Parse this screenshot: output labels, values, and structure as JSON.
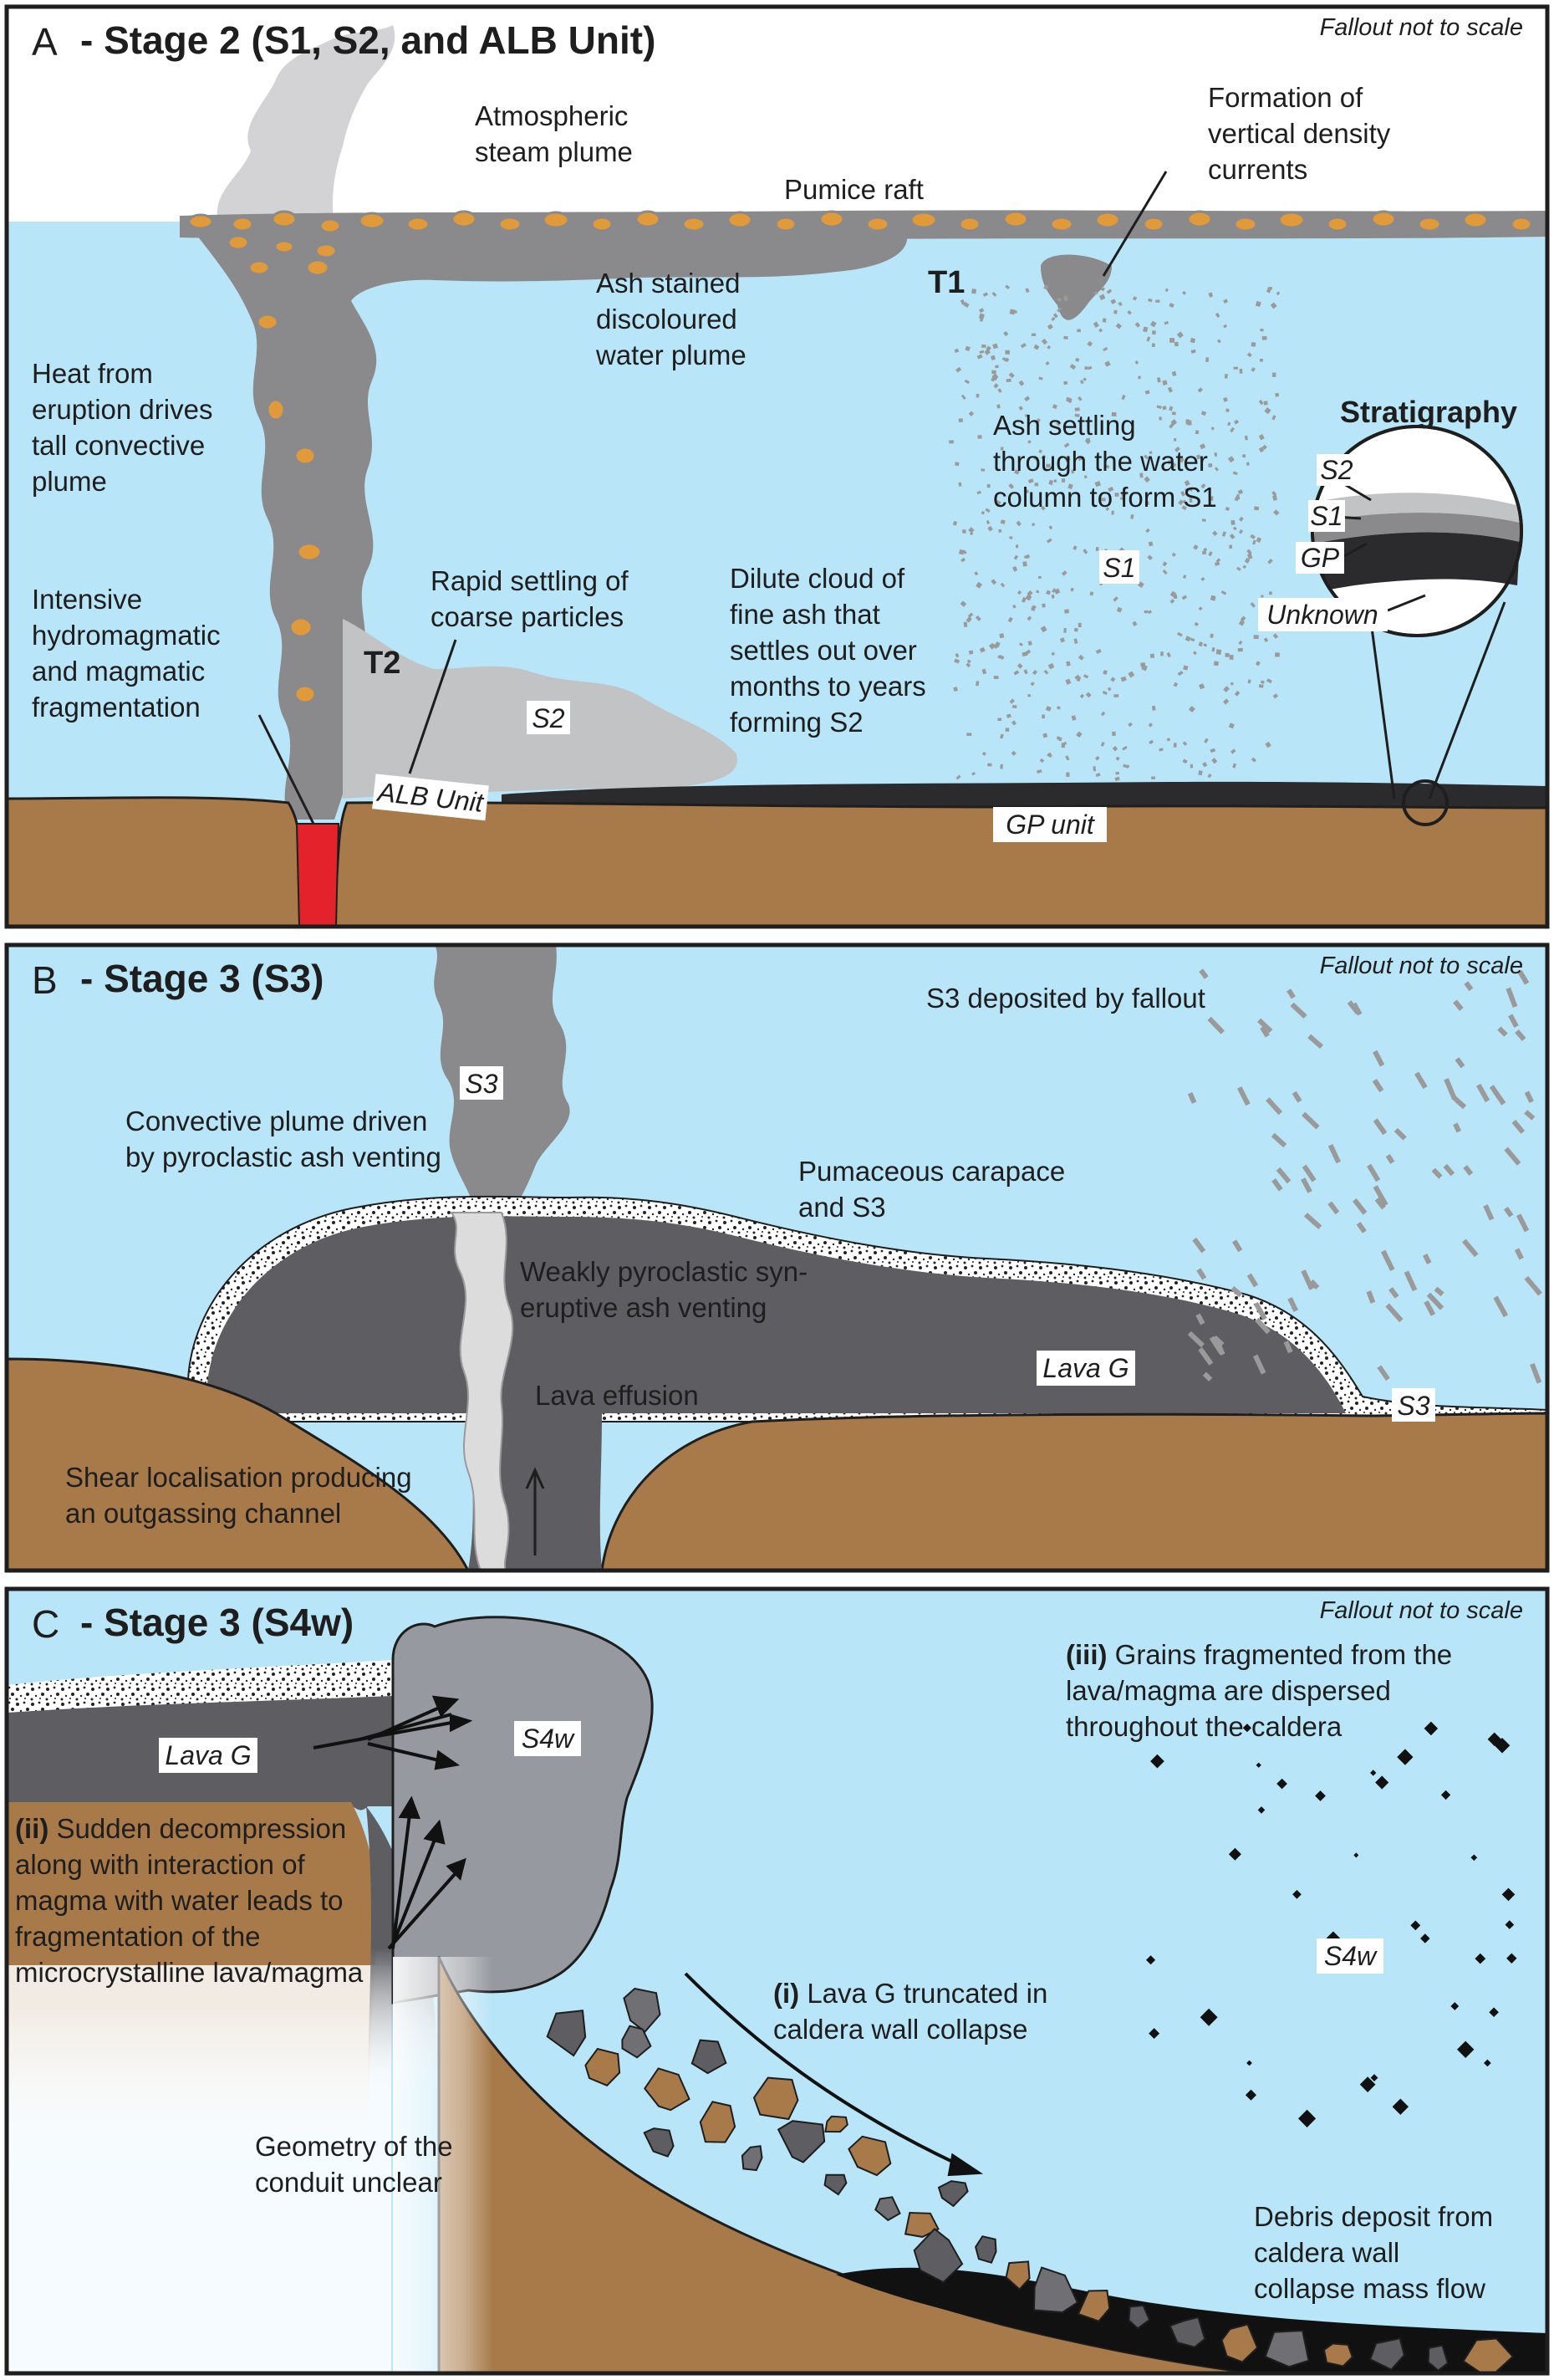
{
  "colors": {
    "water": "#b9e5f8",
    "ground": "#a87a4a",
    "plume_dark": "#8a8a8c",
    "plume_light": "#c2c3c5",
    "lava": "#5e5e62",
    "magma": "#e3222b",
    "pumice": "#e09a3a"
  },
  "panel_a": {
    "letter": "A",
    "title": "- Stage 2 (S1, S2, and ALB Unit)",
    "scale_note": "Fallout not to scale",
    "labels": {
      "steam": [
        "Atmospheric",
        "steam plume"
      ],
      "pumice_raft": "Pumice raft",
      "vdc": [
        "Formation of",
        "vertical density",
        "currents"
      ],
      "discoloured": [
        "Ash stained",
        "discoloured",
        "water plume"
      ],
      "t1": "T1",
      "t2": "T2",
      "heat": [
        "Heat from",
        "eruption drives",
        "tall convective",
        "plume"
      ],
      "ash_settling": [
        "Ash settling",
        "through the water",
        "column to form S1"
      ],
      "stratigraphy": "Stratigraphy",
      "rapid": [
        "Rapid settling of",
        "coarse particles"
      ],
      "dilute": [
        "Dilute cloud of",
        "fine ash that",
        "settles out over",
        "months to years",
        "forming S2"
      ],
      "intensive": [
        "Intensive",
        "hydromagmatic",
        "and magmatic",
        "fragmentation"
      ]
    },
    "tags": {
      "s1": "S1",
      "s2": "S2",
      "alb": "ALB Unit",
      "gp_unit": "GP unit",
      "strat_s2": "S2",
      "strat_s1": "S1",
      "strat_gp": "GP",
      "strat_unknown": "Unknown"
    }
  },
  "panel_b": {
    "letter": "B",
    "title": "- Stage 3 (S3)",
    "scale_note": "Fallout not to scale",
    "labels": {
      "s3_fallout": "S3 deposited by fallout",
      "convective": [
        "Convective plume driven",
        "by pyroclastic ash venting"
      ],
      "carapace": [
        "Pumaceous carapace",
        "and S3"
      ],
      "weakly": [
        "Weakly pyroclastic syn-",
        "eruptive ash venting"
      ],
      "effusion": "Lava effusion",
      "shear": [
        "Shear localisation producing",
        "an outgassing channel"
      ]
    },
    "tags": {
      "s3_plume": "S3",
      "lava_g": "Lava G",
      "s3_deposit": "S3"
    }
  },
  "panel_c": {
    "letter": "C",
    "title": "- Stage 3 (S4w)",
    "scale_note": "Fallout not to scale",
    "labels": {
      "grains_num": "(iii)",
      "grains": [
        " Grains fragmented from the",
        "lava/magma are dispersed",
        "throughout the caldera"
      ],
      "decomp_num": "(ii)",
      "decomp": [
        " Sudden decompression",
        "along with interaction of",
        "magma with water leads to",
        "fragmentation of the",
        "microcrystalline lava/magma"
      ],
      "truncated_num": "(i)",
      "truncated": [
        " Lava G truncated in",
        "caldera wall collapse"
      ],
      "geometry": [
        "Geometry of the",
        "conduit unclear"
      ],
      "debris": [
        "Debris deposit from",
        "caldera wall",
        "collapse mass flow"
      ]
    },
    "tags": {
      "lava_g": "Lava G",
      "s4w": "S4w",
      "s4w_b": "S4w"
    }
  }
}
